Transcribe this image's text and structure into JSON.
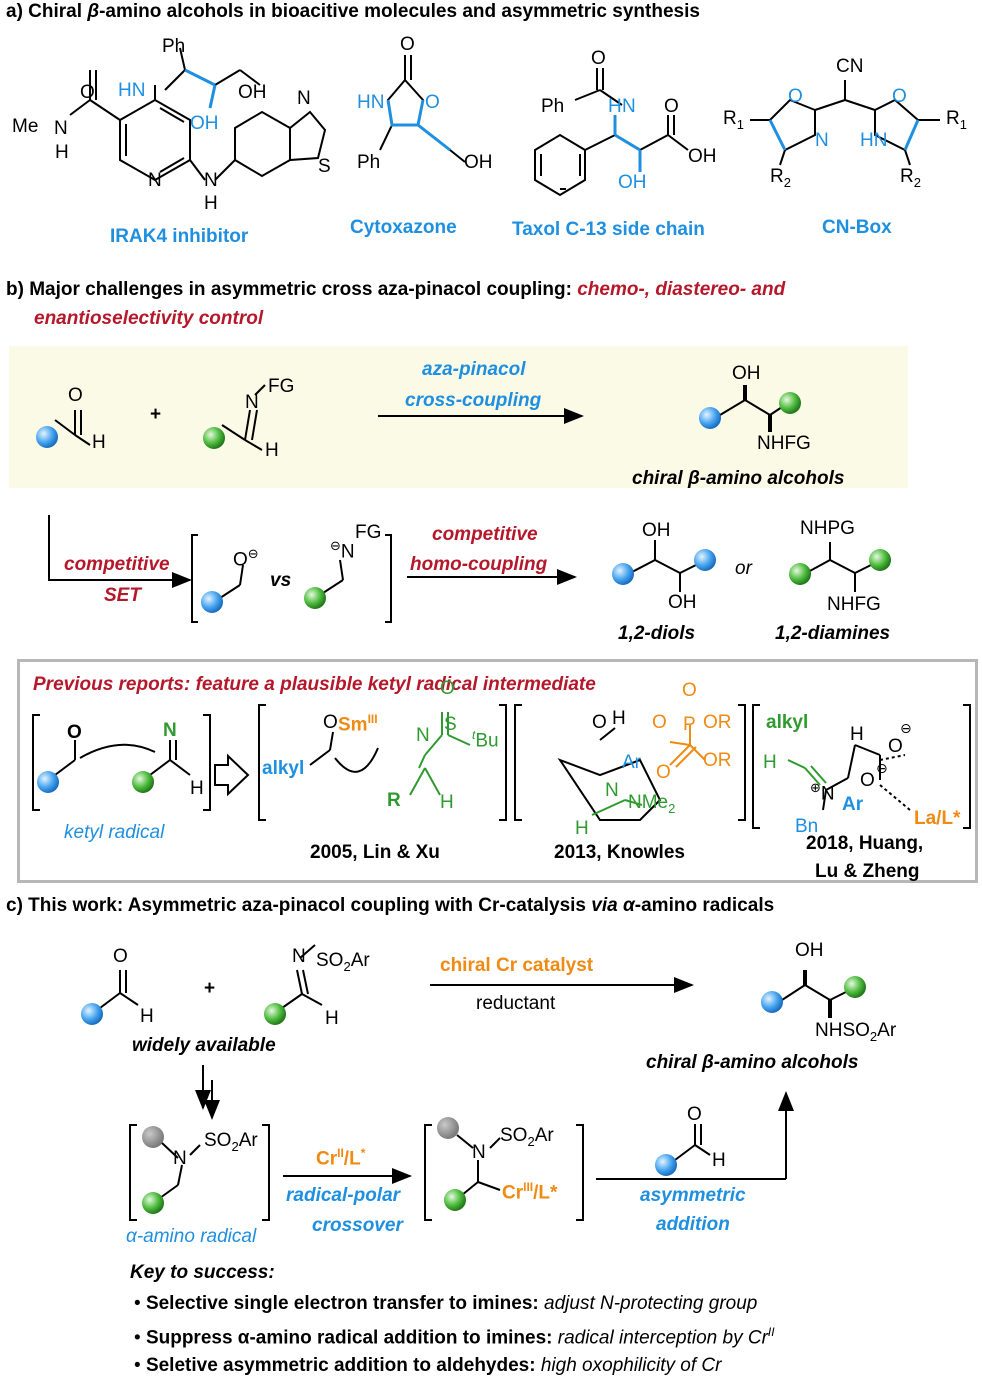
{
  "section_a": {
    "heading_prefix": "a) Chiral ",
    "heading_beta": "β",
    "heading_suffix": "-amino alcohols in bioacitive molecules and asymmetric synthesis",
    "molecules": [
      "IRAK4 inhibitor",
      "Cytoxazone",
      "Taxol C-13 side chain",
      "CN-Box"
    ],
    "atoms": {
      "ph": "Ph",
      "hn": "HN",
      "oh": "OH",
      "me": "Me",
      "h": "H",
      "n": "N",
      "s": "S",
      "o": "O",
      "cn": "CN",
      "r1": "R",
      "r2": "R",
      "sub1": "1",
      "sub2": "2"
    }
  },
  "section_b": {
    "heading_prefix": "b) Major challenges in asymmetric cross aza-pinacol coupling: ",
    "heading_red": "chemo-, diastereo- and",
    "heading_red_line2": "enantioselectivity control",
    "cross_coupling_label_1": "aza-pinacol",
    "cross_coupling_label_2": "cross-coupling",
    "product_label_prefix": "chiral ",
    "product_label_beta": "β",
    "product_label_suffix": "-amino alcohols",
    "fg_label": "FG",
    "nhfg_label": "NHFG",
    "plus": "+",
    "set_label_1": "competitive",
    "set_label_2": "SET",
    "vs_label": "vs",
    "homo_label_1": "competitive",
    "homo_label_2": "homo-coupling",
    "diols_label": "1,2-diols",
    "diamines_label": "1,2-diamines",
    "or_label": "or",
    "nhpg_label": "NHPG"
  },
  "reports": {
    "title": "Previous reports: feature a plausible ketyl radical intermediate",
    "ketyl_label": "ketyl radical",
    "items": [
      {
        "caption": "2005, Lin & Xu",
        "sm": "Sm",
        "sm_sup": "III",
        "alkyl": "alkyl",
        "r": "R",
        "tbu": "Bu",
        "tbu_prefix": "t"
      },
      {
        "caption": "2013, Knowles",
        "ar": "Ar",
        "nme2": "NMe",
        "or": "OR"
      },
      {
        "caption_line1": "2018, Huang,",
        "caption_line2": "Lu & Zheng",
        "alkyl": "alkyl",
        "lal": "La/L*",
        "bn": "Bn",
        "ar": "Ar"
      }
    ]
  },
  "section_c": {
    "heading_prefix": "c) This work: Asymmetric aza-pinacol coupling with Cr-catalysis ",
    "heading_via": "via",
    "heading_alpha": "α",
    "heading_suffix": "-amino radicals",
    "catalyst_label": "chiral Cr catalyst",
    "reductant_label": "reductant",
    "widely_label": "widely available",
    "product_label_prefix": "chiral ",
    "product_label_beta": "β",
    "product_label_suffix": "-amino alcohols",
    "so2ar": "SO",
    "nhso2ar": "NHSO",
    "alpha_radical_label": "α-amino radical",
    "cr_label": "Cr",
    "cr_sup": "II",
    "l_label": "/L",
    "rp_label_1": "radical-polar",
    "rp_label_2": "crossover",
    "cr3_label": "Cr",
    "cr3_sup": "III",
    "cr3_suffix": "/L*",
    "asym_label_1": "asymmetric",
    "asym_label_2": "addition",
    "key_title": "Key to success:",
    "key_points": [
      {
        "bold": "Selective single electron transfer to imines: ",
        "italic": "adjust N-protecting group"
      },
      {
        "bold": "Suppress α-amino radical addition to imines: ",
        "italic": "radical interception by Cr",
        "sup": "II"
      },
      {
        "bold": "Seletive asymmetric addition to aldehydes: ",
        "italic": "high oxophilicity of Cr"
      }
    ]
  },
  "colors": {
    "blue": "#1f8fe0",
    "red": "#b5182a",
    "orange": "#ef8a12",
    "green": "#2f9a2f",
    "yellow_bg": "#fbfae6",
    "box_border": "#b7b7b7"
  }
}
